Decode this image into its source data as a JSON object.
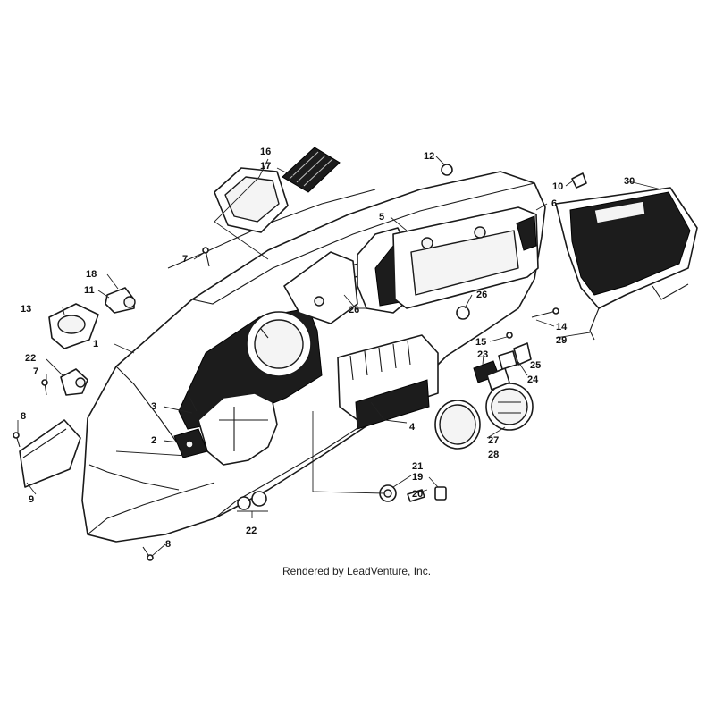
{
  "callouts": {
    "c1": "1",
    "c2": "2",
    "c3": "3",
    "c4": "4",
    "c5": "5",
    "c6": "6",
    "c7a": "7",
    "c7b": "7",
    "c8a": "8",
    "c8b": "8",
    "c9": "9",
    "c10": "10",
    "c11": "11",
    "c12": "12",
    "c13": "13",
    "c14": "14",
    "c15": "15",
    "c16": "16",
    "c17": "17",
    "c18": "18",
    "c19": "19",
    "c20": "20",
    "c21": "21",
    "c22a": "22",
    "c22b": "22",
    "c23": "23",
    "c24": "24",
    "c25": "25",
    "c26a": "26",
    "c26b": "26",
    "c27": "27",
    "c28": "28",
    "c29": "29",
    "c30": "30"
  },
  "caption": "Rendered by LeadVenture, Inc."
}
